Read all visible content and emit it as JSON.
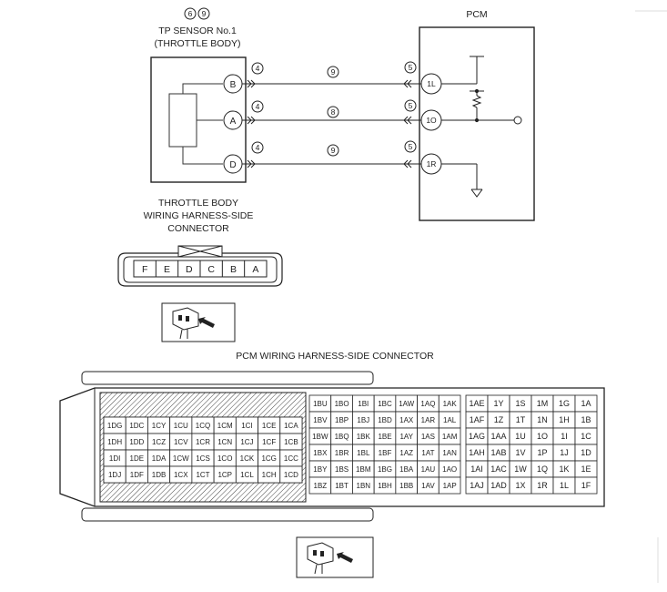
{
  "sensor": {
    "circled_refs": [
      "6",
      "9"
    ],
    "title_line1": "TP SENSOR No.1",
    "title_line2": "(THROTTLE BODY)",
    "pins": [
      "B",
      "A",
      "D"
    ],
    "pin_wire_ref": "4"
  },
  "pcm": {
    "title": "PCM",
    "pins": [
      "1L",
      "1O",
      "1R"
    ],
    "pin_wire_ref": "5"
  },
  "wires": [
    {
      "ref": "9"
    },
    {
      "ref": "8"
    },
    {
      "ref": "9"
    }
  ],
  "tb_connector": {
    "caption_line1": "THROTTLE BODY",
    "caption_line2": "WIRING HARNESS-SIDE",
    "caption_line3": "CONNECTOR",
    "pins": [
      "F",
      "E",
      "D",
      "C",
      "B",
      "A"
    ]
  },
  "pcm_connector": {
    "caption": "PCM WIRING HARNESS-SIDE CONNECTOR",
    "left_block": [
      [
        "1DG",
        "1DC",
        "1CY",
        "1CU",
        "1CQ",
        "1CM",
        "1CI",
        "1CE",
        "1CA"
      ],
      [
        "1DH",
        "1DD",
        "1CZ",
        "1CV",
        "1CR",
        "1CN",
        "1CJ",
        "1CF",
        "1CB"
      ],
      [
        "1DI",
        "1DE",
        "1DA",
        "1CW",
        "1CS",
        "1CO",
        "1CK",
        "1CG",
        "1CC"
      ],
      [
        "1DJ",
        "1DF",
        "1DB",
        "1CX",
        "1CT",
        "1CP",
        "1CL",
        "1CH",
        "1CD"
      ]
    ],
    "mid_block": [
      [
        "1BU",
        "1BO",
        "1BI",
        "1BC",
        "1AW",
        "1AQ",
        "1AK"
      ],
      [
        "1BV",
        "1BP",
        "1BJ",
        "1BD",
        "1AX",
        "1AR",
        "1AL"
      ],
      [
        "1BW",
        "1BQ",
        "1BK",
        "1BE",
        "1AY",
        "1AS",
        "1AM"
      ],
      [
        "1BX",
        "1BR",
        "1BL",
        "1BF",
        "1AZ",
        "1AT",
        "1AN"
      ],
      [
        "1BY",
        "1BS",
        "1BM",
        "1BG",
        "1BA",
        "1AU",
        "1AO"
      ],
      [
        "1BZ",
        "1BT",
        "1BN",
        "1BH",
        "1BB",
        "1AV",
        "1AP"
      ]
    ],
    "right_block": [
      [
        "1AE",
        "1Y",
        "1S",
        "1M",
        "1G",
        "1A"
      ],
      [
        "1AF",
        "1Z",
        "1T",
        "1N",
        "1H",
        "1B"
      ],
      [
        "1AG",
        "1AA",
        "1U",
        "1O",
        "1I",
        "1C"
      ],
      [
        "1AH",
        "1AB",
        "1V",
        "1P",
        "1J",
        "1D"
      ],
      [
        "1AI",
        "1AC",
        "1W",
        "1Q",
        "1K",
        "1E"
      ],
      [
        "1AJ",
        "1AD",
        "1X",
        "1R",
        "1L",
        "1F"
      ]
    ]
  }
}
